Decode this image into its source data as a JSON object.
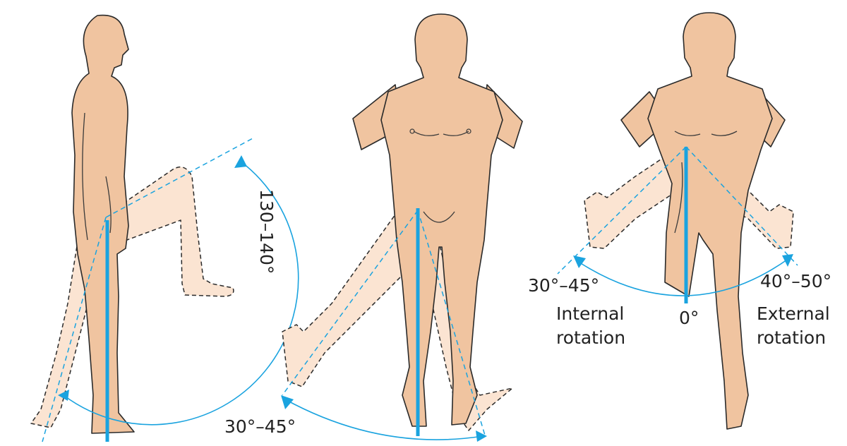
{
  "panels": {
    "flexion": {
      "angle_label": "130–140°"
    },
    "abduction": {
      "angle_label": "30°–45°"
    },
    "rotation": {
      "internal_angle_label": "30°–45°",
      "external_angle_label": "40°–50°",
      "neutral_label": "0°",
      "internal_label_line1": "Internal",
      "internal_label_line2": "rotation",
      "external_label_line1": "External",
      "external_label_line2": "rotation"
    }
  },
  "colors": {
    "skin": "#f0c4a0",
    "ghost_limb": "#fbe4d2",
    "axis_blue": "#1aa3df",
    "outline": "#2a2a2a"
  }
}
